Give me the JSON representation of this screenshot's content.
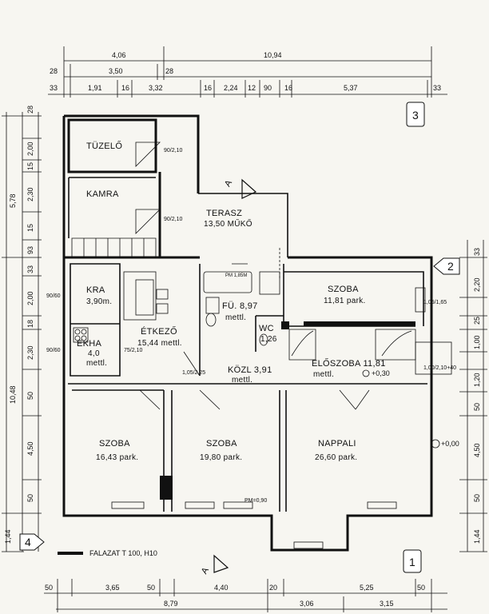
{
  "rooms": {
    "tuzelo": "TÜZELŐ",
    "kamra": "KAMRA",
    "terasz": "TERASZ",
    "terasz_area": "13,50 MŰKŐ",
    "kra": "KRA",
    "kra_area": "3,90m.",
    "ekha": "EKHA",
    "ekha_area": "4,0",
    "ekha_floor": "mettl.",
    "etkezo": "ÉTKEZŐ",
    "etkezo_area": "15,44 mettl.",
    "fu": "FÜ. 8,97",
    "fu_floor": "mettl.",
    "wc": "WC",
    "wc_area": "1,26",
    "kozl": "KÖZL 3,91",
    "kozl_floor": "mettl.",
    "szoba_ne": "SZOBA",
    "szoba_ne_area": "11,81 park.",
    "eloszoba": "ELŐSZOBA 11,81",
    "eloszoba_floor": "mettl.",
    "szoba_1": "SZOBA",
    "szoba_1_area": "16,43 park.",
    "szoba_2": "SZOBA",
    "szoba_2_area": "19,80 park.",
    "nappali": "NAPPALI",
    "nappali_area": "26,60 park."
  },
  "levels": {
    "entrance": "+0,30",
    "zero": "+0,00",
    "pm_bath": "PM 1,85M",
    "pm_floor": "PM=0,90"
  },
  "markers": {
    "sheet1": "1",
    "sheet2": "2",
    "sheet3": "3",
    "sheet4": "4",
    "section_a": "A"
  },
  "legend": {
    "text": "FALAZAT  T 100, H10"
  },
  "dims_top": {
    "r1": [
      "4,06",
      "10,94"
    ],
    "r2": [
      "28",
      "3,50",
      "28"
    ],
    "r3": [
      "33",
      "1,91",
      "16",
      "3,32",
      "16",
      "2,24",
      "12",
      "90",
      "16",
      "5,37",
      "33"
    ]
  },
  "dims_bottom": {
    "r1": [
      "50",
      "3,65",
      "50",
      "4,40",
      "20",
      "5,25",
      "50"
    ],
    "r2": [
      "8,79",
      "3,06",
      "3,15"
    ]
  },
  "dims_left": {
    "r1": [
      "5,78",
      "10,48",
      "1,44"
    ],
    "r2": [
      "28",
      "2,00",
      "15",
      "2,30",
      "15",
      "93",
      "33",
      "2,00",
      "18",
      "2,30",
      "50",
      "4,50",
      "50"
    ]
  },
  "dims_right": {
    "r1": [
      "33",
      "2,20",
      "25",
      "1,00",
      "1,20",
      "50",
      "4,50",
      "50",
      "1,44"
    ]
  },
  "openings": {
    "o_90_210": "90/2,10",
    "o_105_165": "1,05/1,65",
    "o_100_210": "1,00/2,10+40",
    "o_75_210": "75/2,10",
    "o_105_225": "1,05/2,25",
    "o_90_60": "90/60"
  }
}
